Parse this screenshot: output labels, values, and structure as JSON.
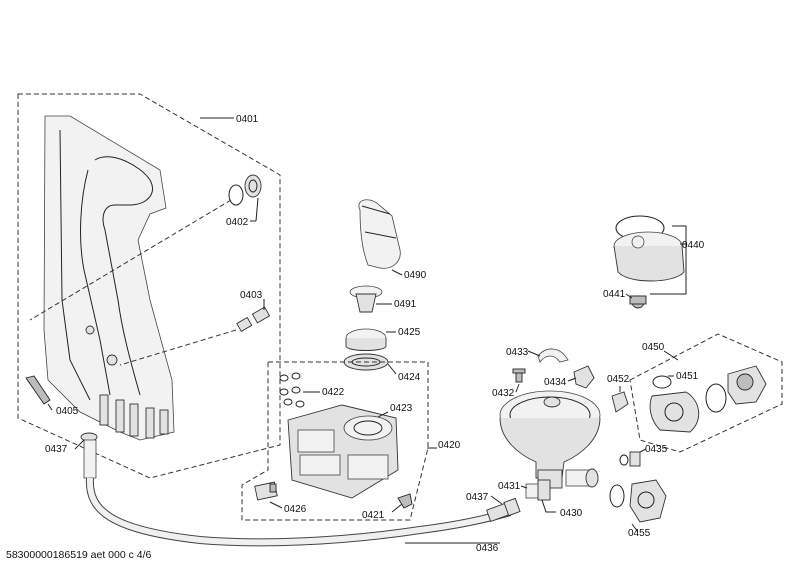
{
  "labels": {
    "p0401": "0401",
    "p0402": "0402",
    "p0403": "0403",
    "p0405": "0405",
    "p0437a": "0437",
    "p0490": "0490",
    "p0491": "0491",
    "p0425": "0425",
    "p0424": "0424",
    "p0422": "0422",
    "p0423": "0423",
    "p0420": "0420",
    "p0426": "0426",
    "p0421": "0421",
    "p0440": "0440",
    "p0441": "0441",
    "p0433": "0433",
    "p0434": "0434",
    "p0432": "0432",
    "p0452": "0452",
    "p0450": "0450",
    "p0451": "0451",
    "p0435": "0435",
    "p0431": "0431",
    "p0437b": "0437",
    "p0430": "0430",
    "p0455": "0455",
    "p0436": "0436"
  },
  "footer": "58300000186519 aet 000 c 4/6"
}
